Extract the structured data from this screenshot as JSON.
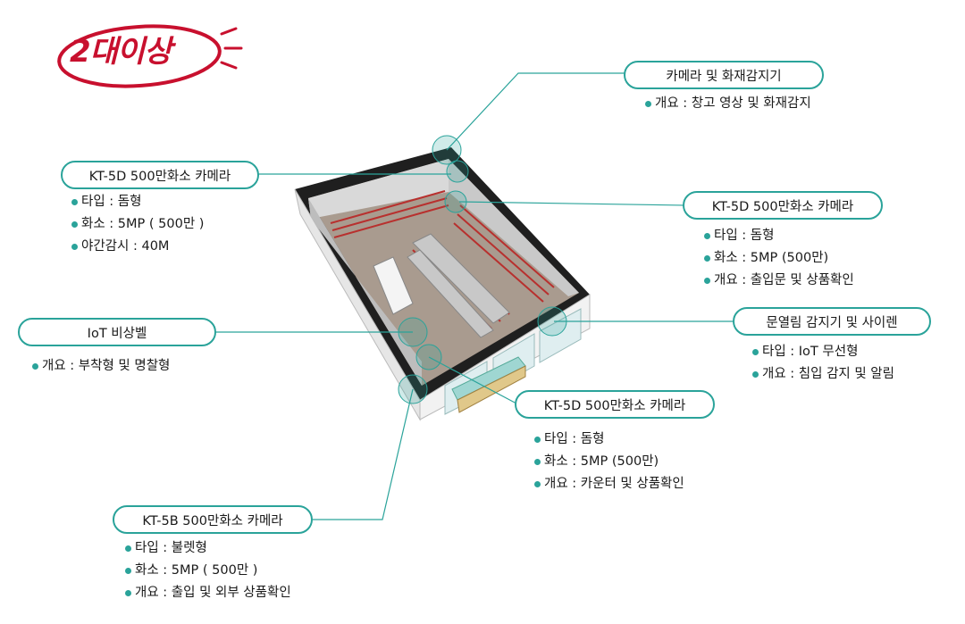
{
  "badge": {
    "text": "2대이상"
  },
  "callouts": [
    {
      "title": "카메라 및 화재감지기",
      "specs": [
        "개요 : 창고 영상 및 화재감지"
      ]
    },
    {
      "title": "KT-5D 500만화소 카메라",
      "specs": [
        "타입 : 돔형",
        "화소 : 5MP ( 500만 )",
        "야간감시 : 40M"
      ]
    },
    {
      "title": "KT-5D 500만화소 카메라",
      "specs": [
        "타입 : 돔형",
        "화소 : 5MP (500만)",
        "개요 : 출입문 및 상품확인"
      ]
    },
    {
      "title": "IoT 비상벨",
      "specs": [
        "개요 : 부착형 및 명찰형"
      ]
    },
    {
      "title": "문열림 감지기 및 사이렌",
      "specs": [
        "타입 : IoT 무선형",
        "개요 : 침입 감지 및 알림"
      ]
    },
    {
      "title": "KT-5D 500만화소 카메라",
      "specs": [
        "타입 : 돔형",
        "화소 : 5MP (500만)",
        "개요 : 카운터 및 상품확인"
      ]
    },
    {
      "title": "KT-5B 500만화소 카메라",
      "specs": [
        "타입 : 불렛형",
        "화소 : 5MP ( 500만 )",
        "개요 : 출입 및 외부 상품확인"
      ]
    }
  ],
  "colors": {
    "accent": "#2aa39a",
    "badge_red": "#c8102e",
    "shelf_red": "#b8302e",
    "floor": "#a89a8e",
    "wall_dark": "#2b2b2b"
  }
}
